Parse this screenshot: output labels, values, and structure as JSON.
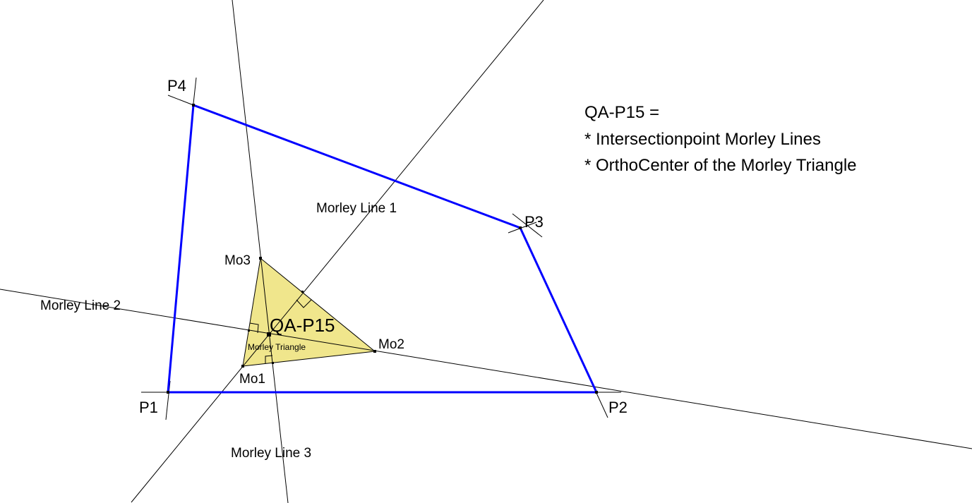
{
  "points": {
    "p1": "P1",
    "p2": "P2",
    "p3": "P3",
    "p4": "P4",
    "mo1": "Mo1",
    "mo2": "Mo2",
    "mo3": "Mo3",
    "qa": "QA-P15"
  },
  "lines": {
    "line1": "Morley Line 1",
    "line2": "Morley Line 2",
    "line3": "Morley Line 3",
    "triangle": "Morley Triangle"
  },
  "note": [
    "QA-P15 =",
    "* Intersectionpoint Morley Lines",
    "* OrthoCenter of the Morley Triangle"
  ],
  "colors": {
    "quad": "#0000ff",
    "triangle_fill": "#f0e68c"
  }
}
